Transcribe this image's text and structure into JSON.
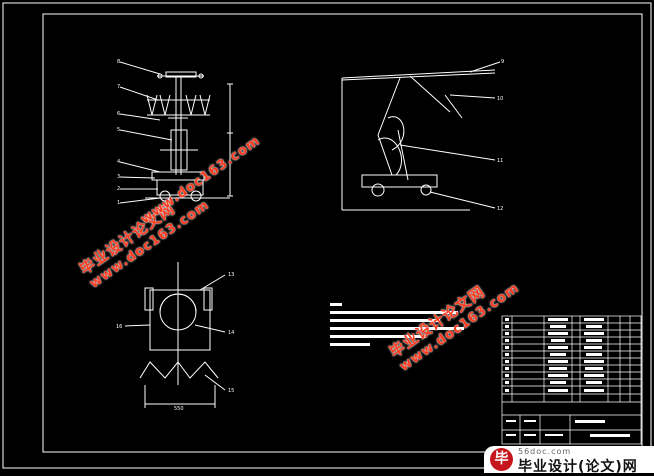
{
  "drawing": {
    "background": "#000000",
    "line_color": "#ffffff",
    "front_view_labels": [
      "8",
      "7",
      "6",
      "5",
      "4",
      "3",
      "2",
      "1"
    ],
    "side_view_labels": [
      "9",
      "10",
      "11",
      "12"
    ],
    "bottom_view_labels": [
      "13",
      "14",
      "15",
      "16"
    ],
    "dimension_bottom": "550"
  },
  "watermarks": [
    {
      "line1": "毕业设计论文网",
      "line2": "www.doc163.com"
    },
    {
      "line1": "毕业设计论文网",
      "line2": "www.doc163.com"
    },
    {
      "line1": "毕业设计论文网",
      "line2": "www.doc163.com"
    }
  ],
  "watermark_color": "#ff3b1f",
  "brand": {
    "logo_char": "毕",
    "domain": "56doc.com",
    "name": "毕业设计(论文)网",
    "logo_color": "#c5161d"
  }
}
